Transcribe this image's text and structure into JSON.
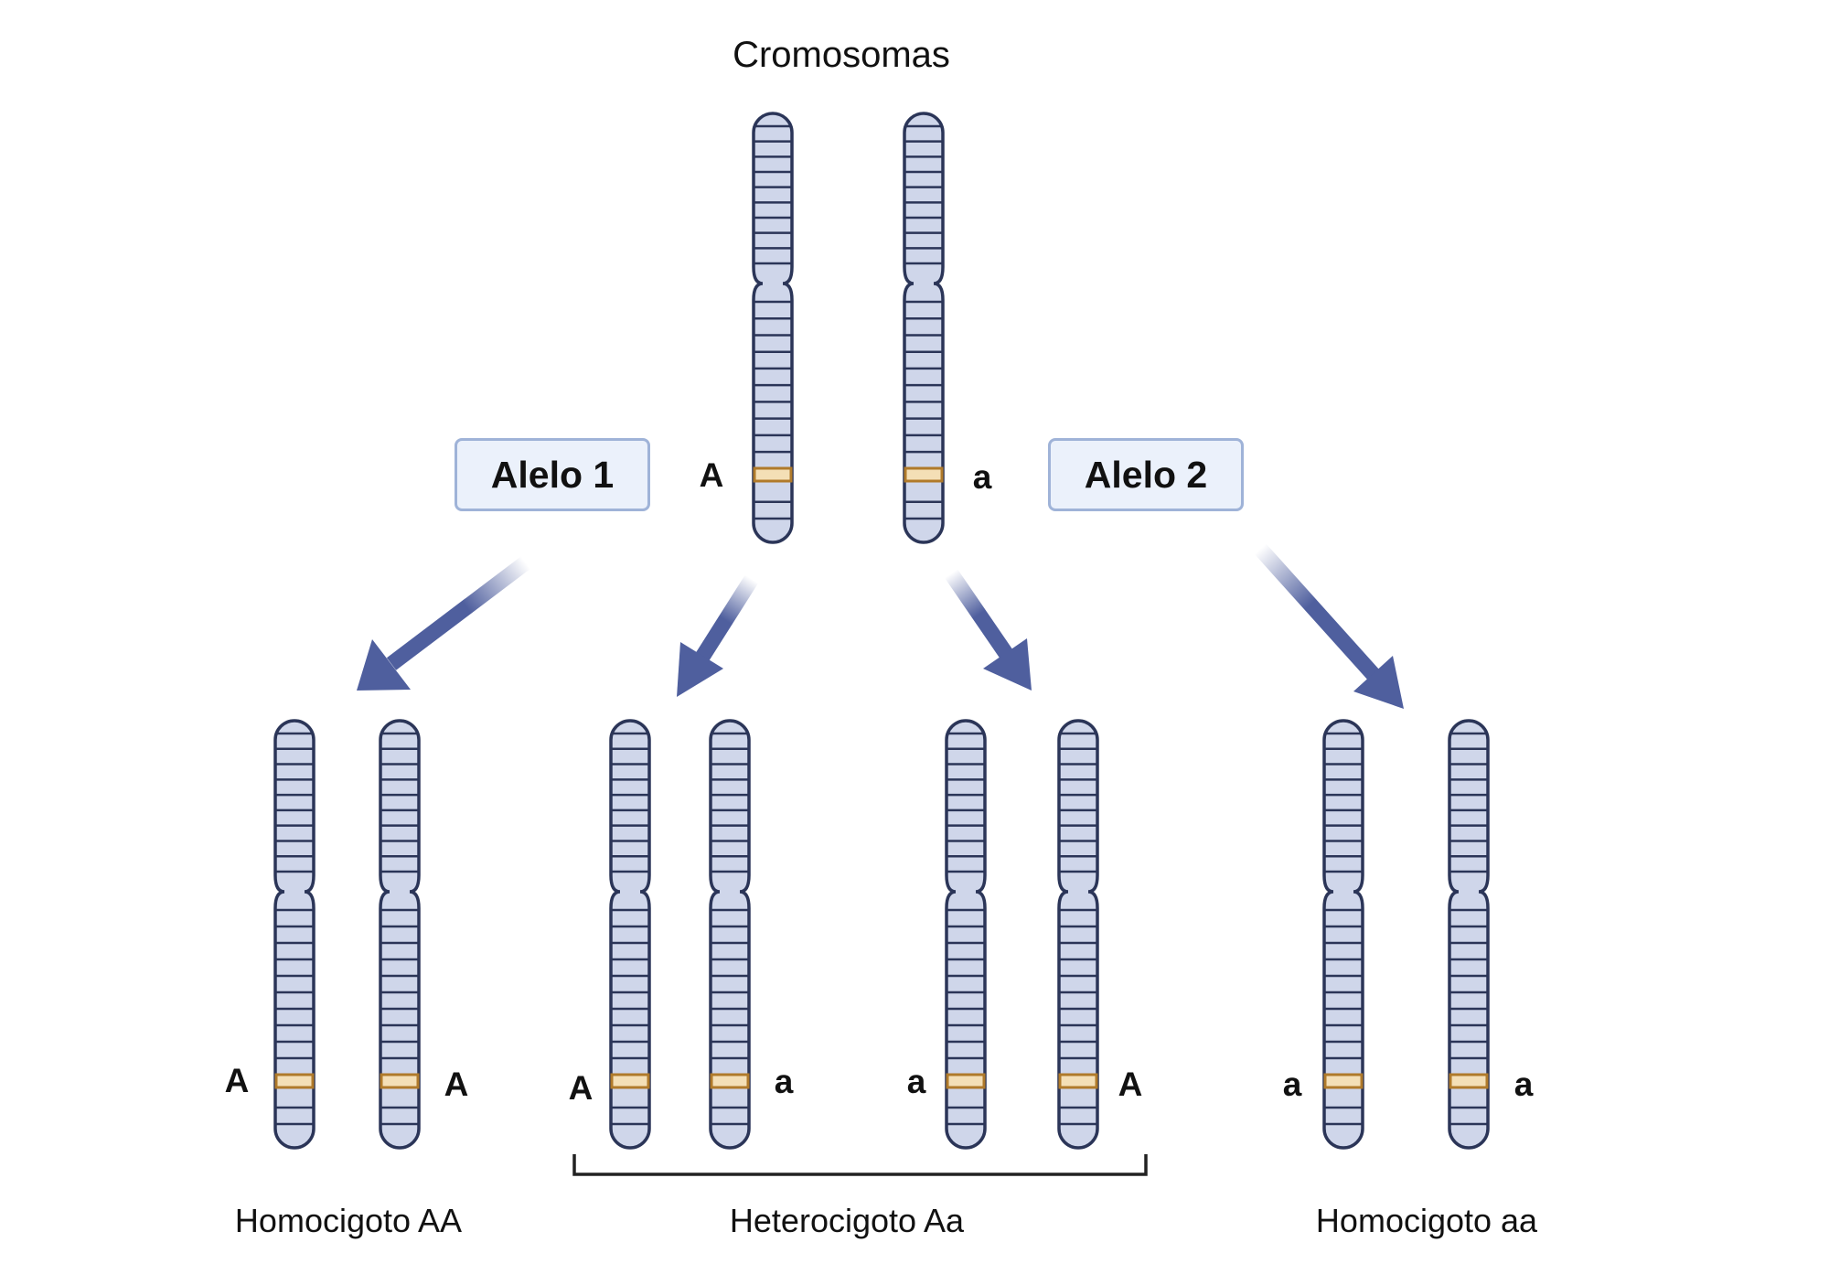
{
  "title": "Cromosomas",
  "allele_boxes": {
    "allele1": "Alelo 1",
    "allele2": "Alelo 2"
  },
  "parent_alleles": {
    "left": "A",
    "right": "a"
  },
  "offspring": [
    {
      "caption": "Homocigoto AA",
      "pairs": [
        [
          "A",
          "A"
        ]
      ]
    },
    {
      "caption": "Heterocigoto Aa",
      "pairs": [
        [
          "A",
          "a"
        ],
        [
          "a",
          "A"
        ]
      ]
    },
    {
      "caption": "Homocigoto aa",
      "pairs": [
        [
          "a",
          "a"
        ]
      ]
    }
  ],
  "colors": {
    "chromosome_fill": "#cfd6ea",
    "chromosome_stroke": "#2b3558",
    "gene_band_fill": "#f4dfb6",
    "gene_band_stroke": "#b07a2a",
    "arrow": "#4f5f9e",
    "allele_box_fill": "#ebf1fb",
    "allele_box_border": "#9fb3d8"
  }
}
